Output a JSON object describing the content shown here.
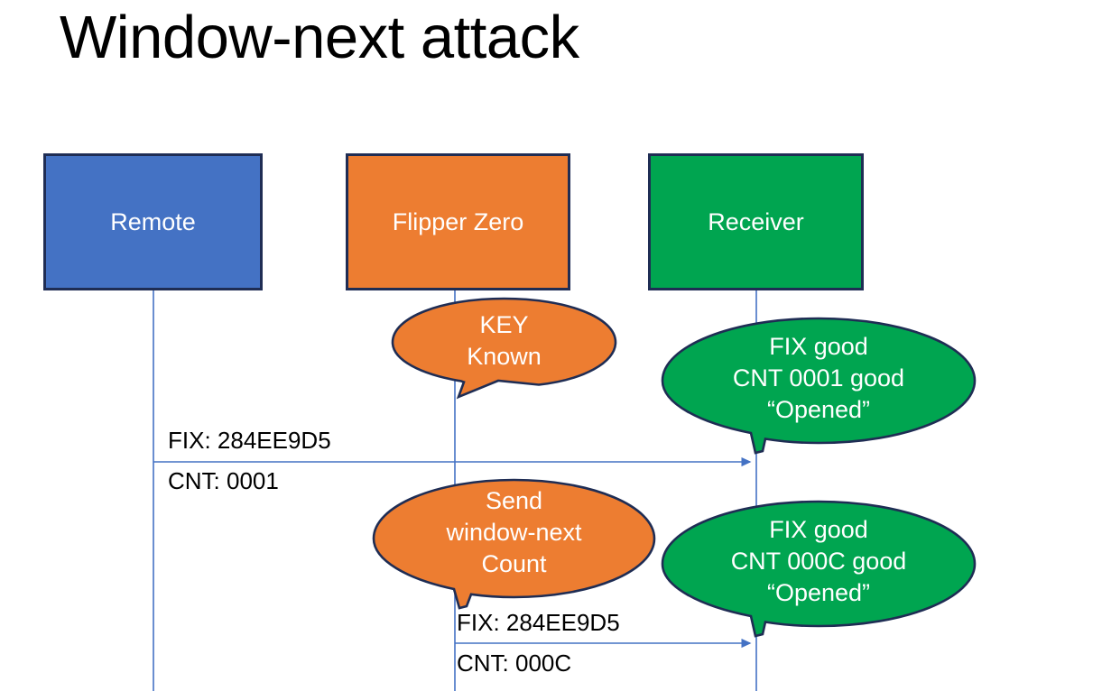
{
  "slide": {
    "title": "Window-next attack",
    "background": "#FFFFFF"
  },
  "colors": {
    "remote_fill": "#4472C4",
    "flipper_fill": "#ED7D31",
    "receiver_fill": "#00A550",
    "shape_outline": "#1F2D54",
    "lifeline": "#4472C4",
    "arrow": "#4472C4",
    "label_text": "#000000",
    "shape_text": "#FFFFFF"
  },
  "actors": [
    {
      "id": "remote",
      "label": "Remote"
    },
    {
      "id": "flipper",
      "label": "Flipper Zero"
    },
    {
      "id": "receiver",
      "label": "Receiver"
    }
  ],
  "bubbles": [
    {
      "id": "key-known",
      "owner": "flipper",
      "lines": [
        "KEY",
        "Known"
      ]
    },
    {
      "id": "fix-cnt-0001",
      "owner": "receiver",
      "lines": [
        "FIX good",
        "CNT 0001 good",
        "“Opened”"
      ]
    },
    {
      "id": "send-window",
      "owner": "flipper",
      "lines": [
        "Send",
        "window-next",
        "Count"
      ]
    },
    {
      "id": "fix-cnt-000c",
      "owner": "receiver",
      "lines": [
        "FIX good",
        "CNT 000C good",
        "“Opened”"
      ]
    }
  ],
  "messages": [
    {
      "id": "msg1",
      "from": "remote",
      "to": "receiver",
      "fix": "FIX: 284EE9D5",
      "cnt": "CNT: 0001"
    },
    {
      "id": "msg2",
      "from": "flipper",
      "to": "receiver",
      "fix": "FIX: 284EE9D5",
      "cnt": "CNT: 000C"
    }
  ]
}
